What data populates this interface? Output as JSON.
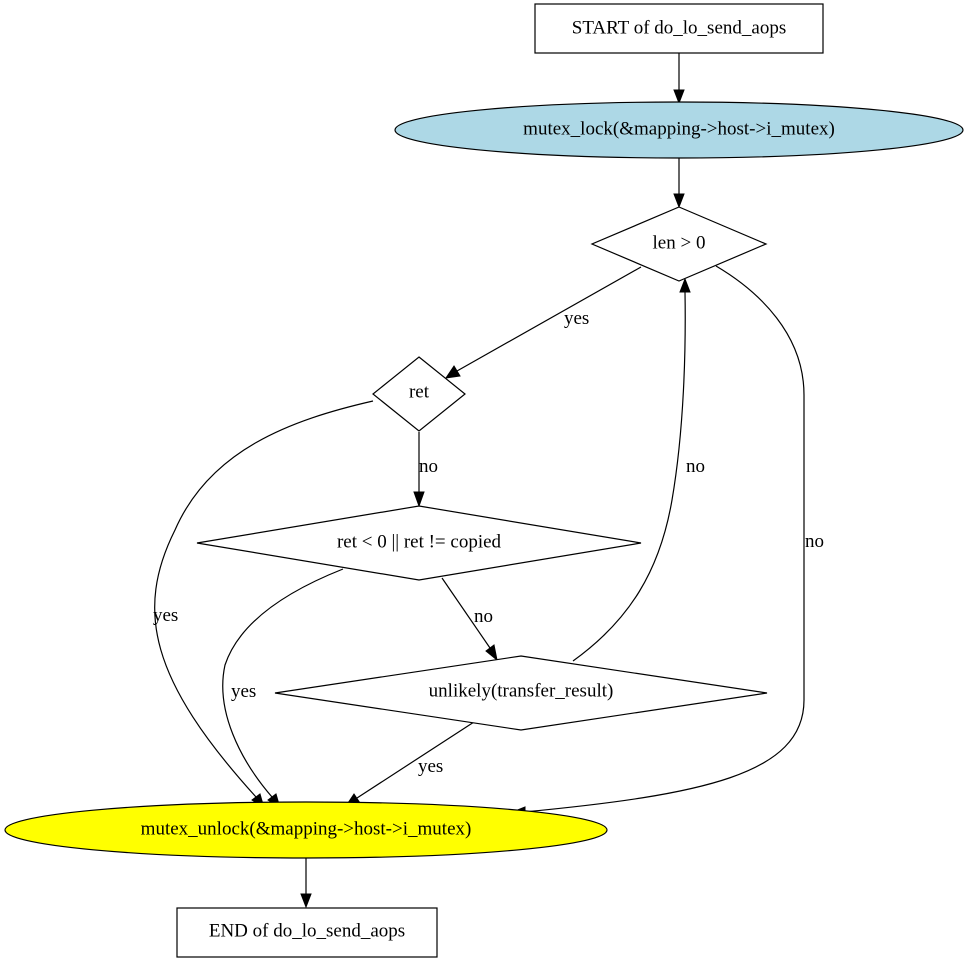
{
  "diagram": {
    "type": "flowchart",
    "nodes": {
      "start": {
        "label": "START of do_lo_send_aops",
        "shape": "box"
      },
      "lock": {
        "label": "mutex_lock(&mapping->host->i_mutex)",
        "shape": "ellipse",
        "fill": "#add8e6"
      },
      "len_check": {
        "label": "len > 0",
        "shape": "diamond"
      },
      "ret_check": {
        "label": "ret",
        "shape": "diamond"
      },
      "copied_check": {
        "label": "ret < 0 || ret != copied",
        "shape": "diamond"
      },
      "transfer_check": {
        "label": "unlikely(transfer_result)",
        "shape": "diamond"
      },
      "unlock": {
        "label": "mutex_unlock(&mapping->host->i_mutex)",
        "shape": "ellipse",
        "fill": "#ffff00"
      },
      "end": {
        "label": "END of do_lo_send_aops",
        "shape": "box"
      }
    },
    "edges": {
      "start_to_lock": {
        "from": "start",
        "to": "lock",
        "label": ""
      },
      "lock_to_len": {
        "from": "lock",
        "to": "len_check",
        "label": ""
      },
      "len_yes": {
        "from": "len_check",
        "to": "ret_check",
        "label": "yes"
      },
      "len_no": {
        "from": "len_check",
        "to": "unlock",
        "label": "no"
      },
      "ret_yes": {
        "from": "ret_check",
        "to": "unlock",
        "label": "yes"
      },
      "ret_no": {
        "from": "ret_check",
        "to": "copied_check",
        "label": "no"
      },
      "copied_yes": {
        "from": "copied_check",
        "to": "unlock",
        "label": "yes"
      },
      "copied_no": {
        "from": "copied_check",
        "to": "transfer_check",
        "label": "no"
      },
      "transfer_yes": {
        "from": "transfer_check",
        "to": "unlock",
        "label": "yes"
      },
      "transfer_no": {
        "from": "transfer_check",
        "to": "len_check",
        "label": "no"
      },
      "unlock_to_end": {
        "from": "unlock",
        "to": "end",
        "label": ""
      }
    },
    "colors": {
      "stroke": "#000000",
      "lock_fill": "#add8e6",
      "unlock_fill": "#ffff00",
      "default_fill": "#ffffff"
    }
  }
}
